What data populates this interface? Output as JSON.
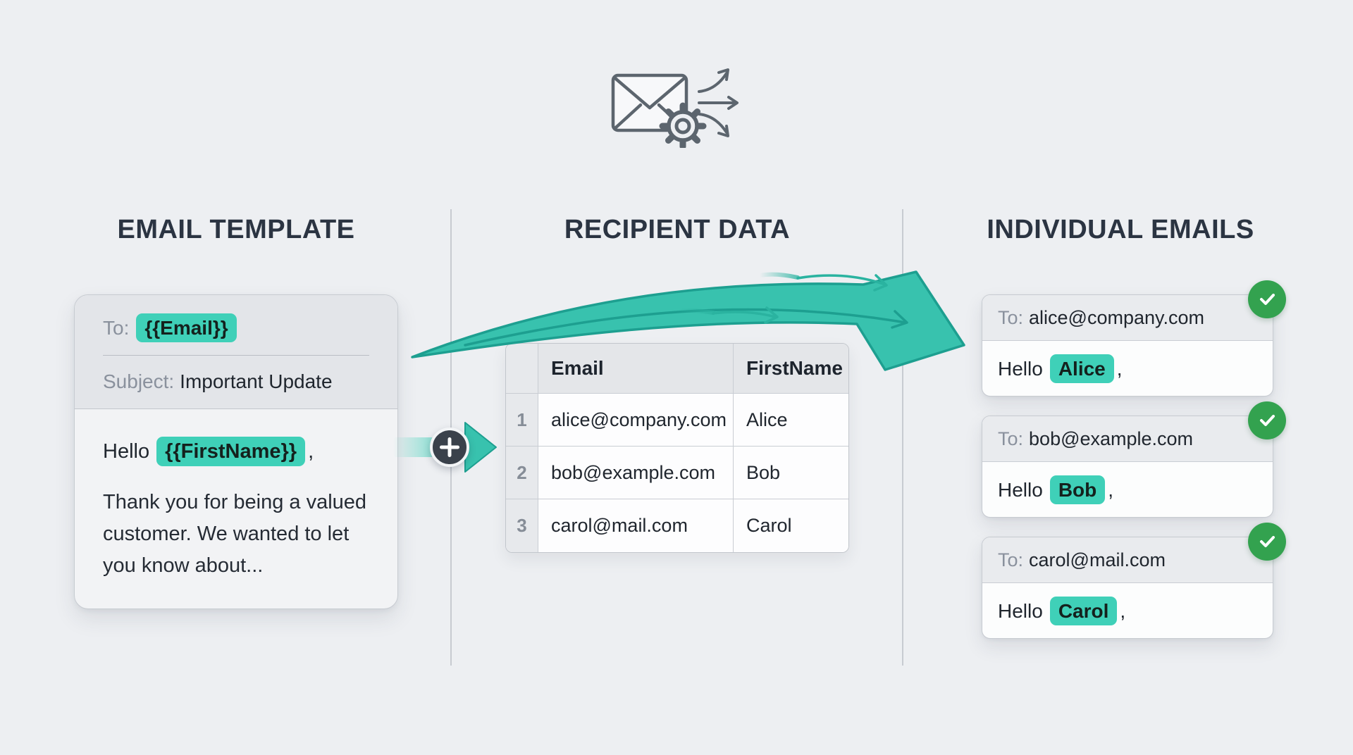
{
  "colors": {
    "bg": "#edeff2",
    "heading": "#2b3442",
    "text-dark": "#20262e",
    "text-gray": "#8a919d",
    "accent-teal": "#3fd0b8",
    "arrow-teal": "#38c2ae",
    "arrow-teal-dark": "#1d9f90",
    "success-green": "#33a24f"
  },
  "template": {
    "heading": "EMAIL TEMPLATE",
    "to_label": "To:",
    "to_token": "{{Email}}",
    "subject_label": "Subject:",
    "subject_value": "Important Update",
    "greeting_prefix": "Hello",
    "greeting_token": "{{FirstName}}",
    "greeting_suffix": ",",
    "body_text": "Thank you for being a valued customer. We wanted to let you know about..."
  },
  "recipients": {
    "heading": "RECIPIENT DATA",
    "columns": [
      "Email",
      "FirstName"
    ],
    "rows": [
      {
        "num": "1",
        "email": "alice@company.com",
        "first_name": "Alice"
      },
      {
        "num": "2",
        "email": "bob@example.com",
        "first_name": "Bob"
      },
      {
        "num": "3",
        "email": "carol@mail.com",
        "first_name": "Carol"
      }
    ]
  },
  "emails": {
    "heading": "INDIVIDUAL EMAILS",
    "cards": [
      {
        "to_label": "To:",
        "to_value": "alice@company.com",
        "greeting_prefix": "Hello",
        "name": "Alice",
        "greeting_suffix": ","
      },
      {
        "to_label": "To:",
        "to_value": "bob@example.com",
        "greeting_prefix": "Hello",
        "name": "Bob",
        "greeting_suffix": ","
      },
      {
        "to_label": "To:",
        "to_value": "carol@mail.com",
        "greeting_prefix": "Hello",
        "name": "Carol",
        "greeting_suffix": ","
      }
    ]
  }
}
